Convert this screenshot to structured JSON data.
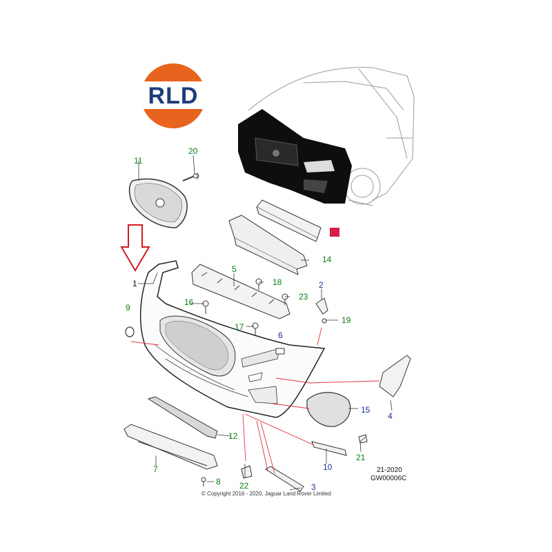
{
  "logo": {
    "text": "RLD",
    "colors": {
      "ring": "#e8641e",
      "band": "#ffffff",
      "text": "#1d3e7a"
    }
  },
  "callouts": [
    {
      "id": "1",
      "text": "1",
      "color": "black"
    },
    {
      "id": "2",
      "text": "2",
      "color": "blue"
    },
    {
      "id": "3",
      "text": "3",
      "color": "blue"
    },
    {
      "id": "4",
      "text": "4",
      "color": "blue"
    },
    {
      "id": "5",
      "text": "5",
      "color": "green"
    },
    {
      "id": "6",
      "text": "6",
      "color": "blue"
    },
    {
      "id": "7",
      "text": "7",
      "color": "green"
    },
    {
      "id": "8",
      "text": "8",
      "color": "green"
    },
    {
      "id": "9",
      "text": "9",
      "color": "green"
    },
    {
      "id": "10",
      "text": "10",
      "color": "blue"
    },
    {
      "id": "11",
      "text": "11",
      "color": "green"
    },
    {
      "id": "12",
      "text": "12",
      "color": "green"
    },
    {
      "id": "14",
      "text": "14",
      "color": "green"
    },
    {
      "id": "15",
      "text": "15",
      "color": "blue"
    },
    {
      "id": "16",
      "text": "16",
      "color": "green"
    },
    {
      "id": "17",
      "text": "17",
      "color": "green"
    },
    {
      "id": "18",
      "text": "18",
      "color": "green"
    },
    {
      "id": "19",
      "text": "19",
      "color": "green"
    },
    {
      "id": "20",
      "text": "20",
      "color": "green"
    },
    {
      "id": "21",
      "text": "21",
      "color": "green"
    },
    {
      "id": "22",
      "text": "22",
      "color": "green"
    },
    {
      "id": "23",
      "text": "23",
      "color": "green"
    }
  ],
  "stamp": {
    "line1": "21-2020",
    "line2": "GW00006C"
  },
  "copyright": "© Copyright 2016 - 2020, Jaguar Land Rover Limited",
  "colors": {
    "arrow": "#d11a1a",
    "leader_red": "#e0303a",
    "highlight_box": "#d81c4c",
    "line": "#333333"
  }
}
